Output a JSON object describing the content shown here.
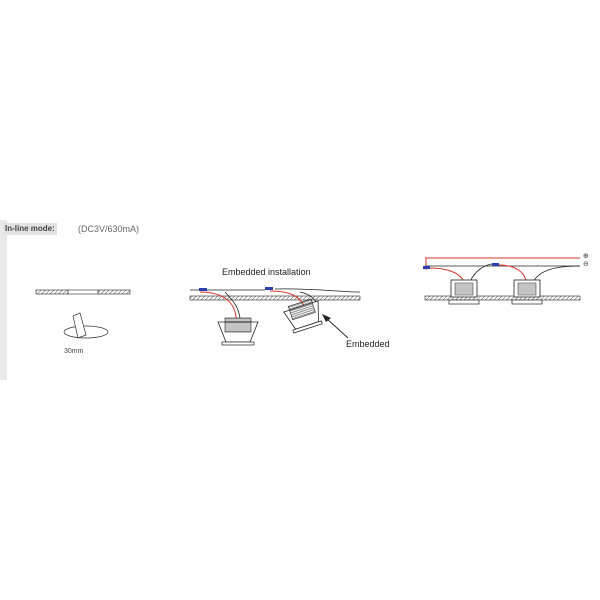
{
  "mode": {
    "label": "In-line mode:",
    "spec": "(DC3V/630mA)"
  },
  "panel_cutout": {
    "size_label": "30mm"
  },
  "embedded": {
    "title": "Embedded installation",
    "note": "Embedded"
  },
  "inline_wiring": {
    "positive_symbol": "⊕",
    "negative_symbol": "⊖"
  },
  "colors": {
    "wire_red": "#d9342b",
    "connector_blue": "#2b3fb0",
    "line": "#222222",
    "band": "#e9e9e9"
  }
}
